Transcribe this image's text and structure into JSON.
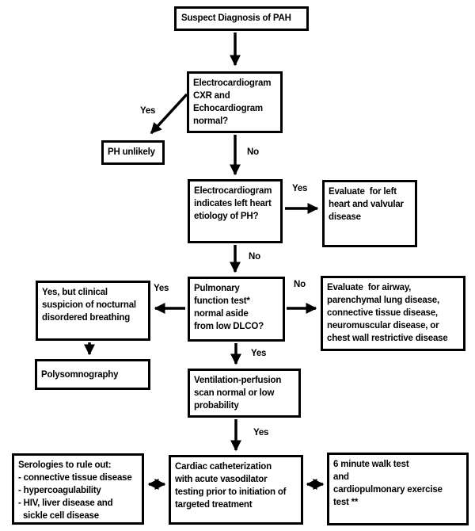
{
  "diagram": {
    "title": "Suspect Diagnosis of PAH flowchart",
    "colors": {
      "line": "#000000",
      "box_border": "#000000",
      "background": "#ffffff",
      "text": "#000000"
    },
    "nodes": {
      "suspect": {
        "label": "Suspect Diagnosis of PAH"
      },
      "ecg_cxr_echo": {
        "label": "Electrocardiogram\nCXR and\nEchocardiogram\nnormal?"
      },
      "ph_unlikely": {
        "label": "PH unlikely"
      },
      "ecg_left_heart": {
        "label": "Electrocardiogram\nindicates left heart\netiology of PH?"
      },
      "eval_left_heart": {
        "label": "Evaluate  for left\nheart and valvular\ndisease"
      },
      "pft": {
        "label": "Pulmonary\nfunction test*\nnormal aside\nfrom low DLCO?"
      },
      "nocturnal": {
        "label": "Yes, but clinical\nsuspicion of nocturnal\ndisordered breathing"
      },
      "polysomnography": {
        "label": "Polysomnography"
      },
      "eval_airway": {
        "label": "Evaluate  for airway,\nparenchymal lung disease,\nconnective tissue disease,\nneuromuscular disease, or\nchest wall restrictive disease"
      },
      "vq_scan": {
        "label": "Ventilation-perfusion\nscan normal or low\nprobability"
      },
      "cardiac_cath": {
        "label": "Cardiac catheterization\nwith acute vasodilator\ntesting prior to initiation of\ntargeted treatment"
      },
      "serologies": {
        "label": "Serologies to rule out:\n- connective tissue disease\n- hypercoagulability\n- HIV, liver disease and\n  sickle cell disease"
      },
      "walk_test": {
        "label": "6 minute walk test\nand\ncardiopulmonary exercise\ntest **"
      }
    },
    "edge_labels": {
      "yes_to_ph_unlikely": "Yes",
      "no_to_ecg_left_heart": "No",
      "yes_to_eval_left_heart": "Yes",
      "no_to_pft": "No",
      "yes_to_nocturnal": "Yes",
      "no_to_eval_airway": "No",
      "yes_to_vq": "Yes",
      "yes_to_cardiac_cath": "Yes"
    }
  }
}
